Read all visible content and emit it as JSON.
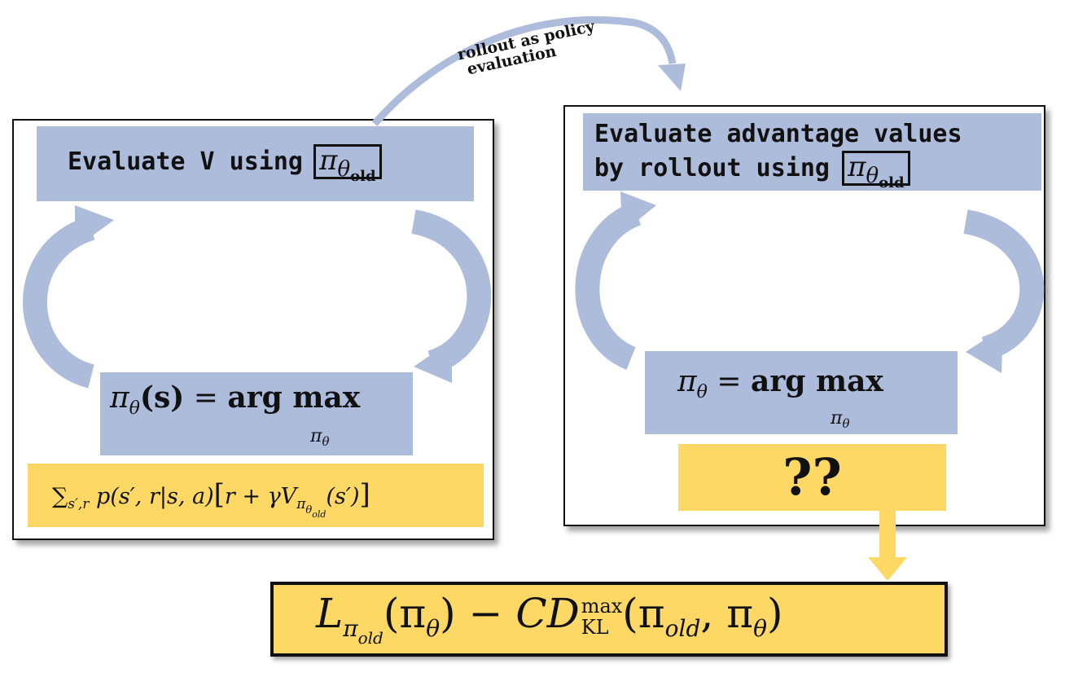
{
  "arrow_label": [
    "rollout as policy",
    "evaluation"
  ],
  "left_panel": {
    "header": {
      "text": "Evaluate V using",
      "pi": "π",
      "sub_theta": "θ",
      "sub_old": "old"
    },
    "argmax": {
      "lhs": "π",
      "lhs_sub": "θ",
      "lhs_arg": "(s)",
      "eq": "=",
      "op": "arg max",
      "under": "π",
      "under_sub": "θ"
    },
    "formula": {
      "sum": "∑",
      "sum_sub": "s′,r",
      "body1": "p(s′, r|s, a)",
      "bracket_open": "[",
      "body2": "r + γV",
      "V_sub": "π",
      "V_subsub": "θ",
      "V_subsubsub": "old",
      "body3": "(s′)",
      "bracket_close": "]"
    }
  },
  "right_panel": {
    "header": {
      "line1": "Evaluate advantage values",
      "line2": "by rollout using",
      "pi": "π",
      "sub_theta": "θ",
      "sub_old": "old"
    },
    "argmax": {
      "lhs": "π",
      "lhs_sub": "θ",
      "eq": "=",
      "op": "arg max",
      "under": "π",
      "under_sub": "θ"
    },
    "unknown": "??"
  },
  "objective": {
    "L": "L",
    "L_sub": "π",
    "L_subsub": "old",
    "arg1": "(π",
    "arg1_sub": "θ",
    "arg1_close": ")",
    "minus": "−",
    "C": "C",
    "D": "D",
    "D_sup": "max",
    "D_sub": "KL",
    "arg2": "(π",
    "arg2_sub1": "old",
    "comma": ", π",
    "arg2_sub2": "θ",
    "arg2_close": ")"
  },
  "colors": {
    "band": "#aebcdc",
    "gold": "#fdd865",
    "cycle_arrow": "#aebcdc",
    "down_arrow": "#fdd865"
  }
}
